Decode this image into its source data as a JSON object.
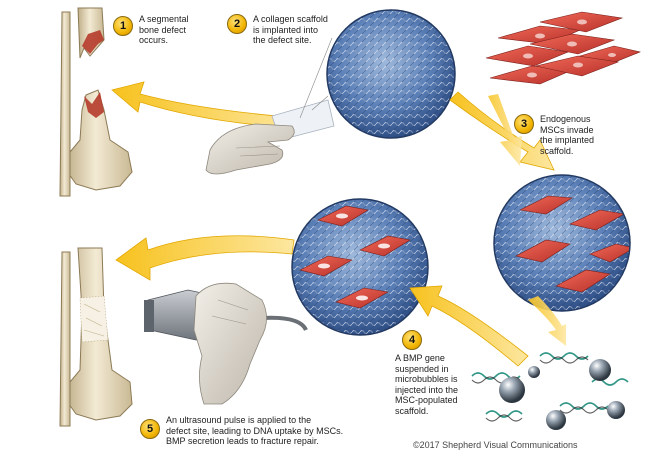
{
  "steps": [
    {
      "number": "1",
      "text": "A segmental\nbone defect\noccurs."
    },
    {
      "number": "2",
      "text": "A collagen scaffold\nis implanted into\nthe defect site."
    },
    {
      "number": "3",
      "text": "Endogenous\nMSCs invade\nthe implanted\nscaffold."
    },
    {
      "number": "4",
      "text": "A BMP gene\nsuspended in\nmicrobubbles is\ninjected into the\nMSC-populated\nscaffold."
    },
    {
      "number": "5",
      "text": "An ultrasound pulse is applied to the\ndefect site, leading to DNA uptake by MSCs.\nBMP secretion leads to fracture repair."
    }
  ],
  "copyright": "©2017 Shepherd Visual Communications",
  "colors": {
    "arrow": "#f7c21e",
    "bone": "#efe6cf",
    "scaffold": "#4f7ab8",
    "cell": "#d8443a",
    "badge": "#f1b400"
  }
}
